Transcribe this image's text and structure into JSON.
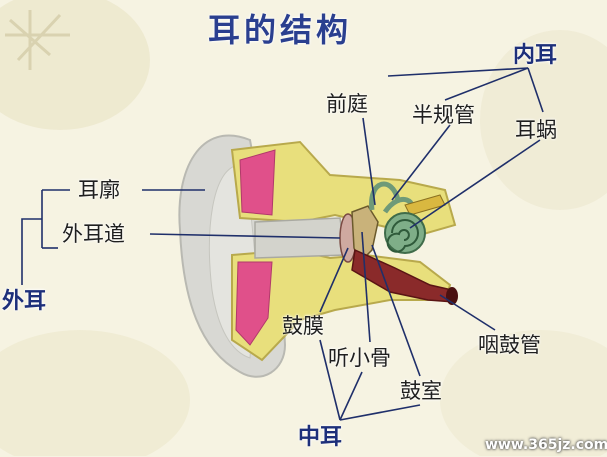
{
  "title": "耳的结构",
  "groups": {
    "inner_ear": "内耳",
    "outer_ear": "外耳",
    "middle_ear": "中耳"
  },
  "labels": {
    "vestibule": "前庭",
    "semicircular_canals": "半规管",
    "cochlea": "耳蜗",
    "auricle": "耳廓",
    "ear_canal": "外耳道",
    "eardrum": "鼓膜",
    "ossicles": "听小骨",
    "tympanic_cavity": "鼓室",
    "eustachian_tube": "咽鼓管"
  },
  "watermark": "www.365jz.com",
  "colors": {
    "background": "#f6f3e2",
    "skin": "#dcdcd6",
    "bone": "#e9e07a",
    "tissue_pink": "#e0508a",
    "tube_red": "#8a2a2a",
    "cochlea_green": "#7fae88",
    "title_blue": "#2a3f8f"
  }
}
